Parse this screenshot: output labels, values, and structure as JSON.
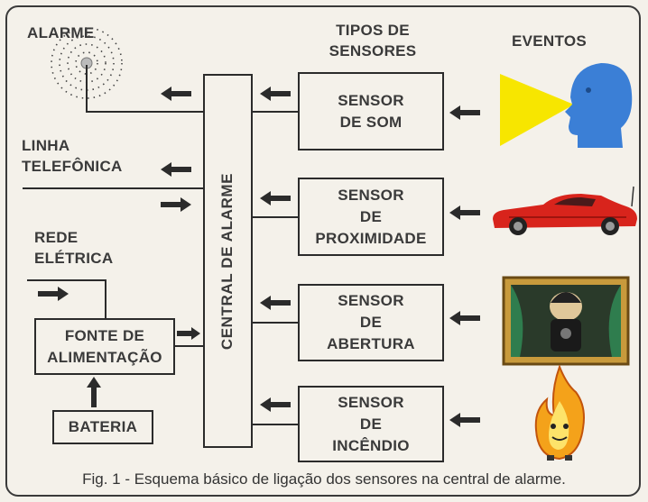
{
  "labels": {
    "alarme": "ALARME",
    "tipos_sensores": "TIPOS DE\nSENSORES",
    "eventos": "EVENTOS",
    "linha_telefonica": "LINHA\nTELEFÔNICA",
    "rede_eletrica": "REDE\nELÉTRICA"
  },
  "central": "CENTRAL DE ALARME",
  "fonte": "FONTE DE\nALIMENTAÇÃO",
  "bateria": "BATERIA",
  "sensors": [
    {
      "label": "SENSOR\nDE SOM",
      "event_icon": "sound-voice-icon"
    },
    {
      "label": "SENSOR\nDE\nPROXIMIDADE",
      "event_icon": "red-car-icon"
    },
    {
      "label": "SENSOR\nDE\nABERTURA",
      "event_icon": "window-intruder-icon"
    },
    {
      "label": "SENSOR\nDE\nINCÊNDIO",
      "event_icon": "fire-icon"
    }
  ],
  "caption": "Fig. 1 - Esquema básico de ligação dos sensores na central de alarme.",
  "colors": {
    "line": "#2b2b2b",
    "text": "#3a3a3a",
    "voice_blue": "#3b7fd6",
    "cone_yellow": "#f7e600",
    "car_red": "#d8241c",
    "fire_orange": "#f4a21a"
  }
}
